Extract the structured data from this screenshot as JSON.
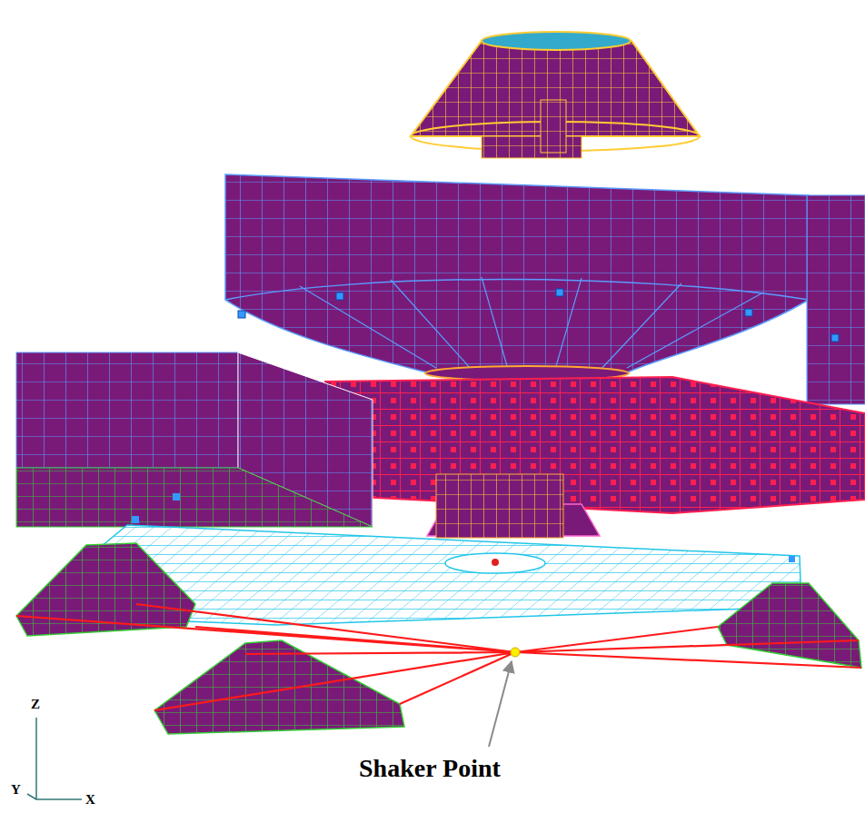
{
  "diagram": {
    "labels": [
      "Shaker Point",
      "Z",
      "Y",
      "X"
    ]
  }
}
